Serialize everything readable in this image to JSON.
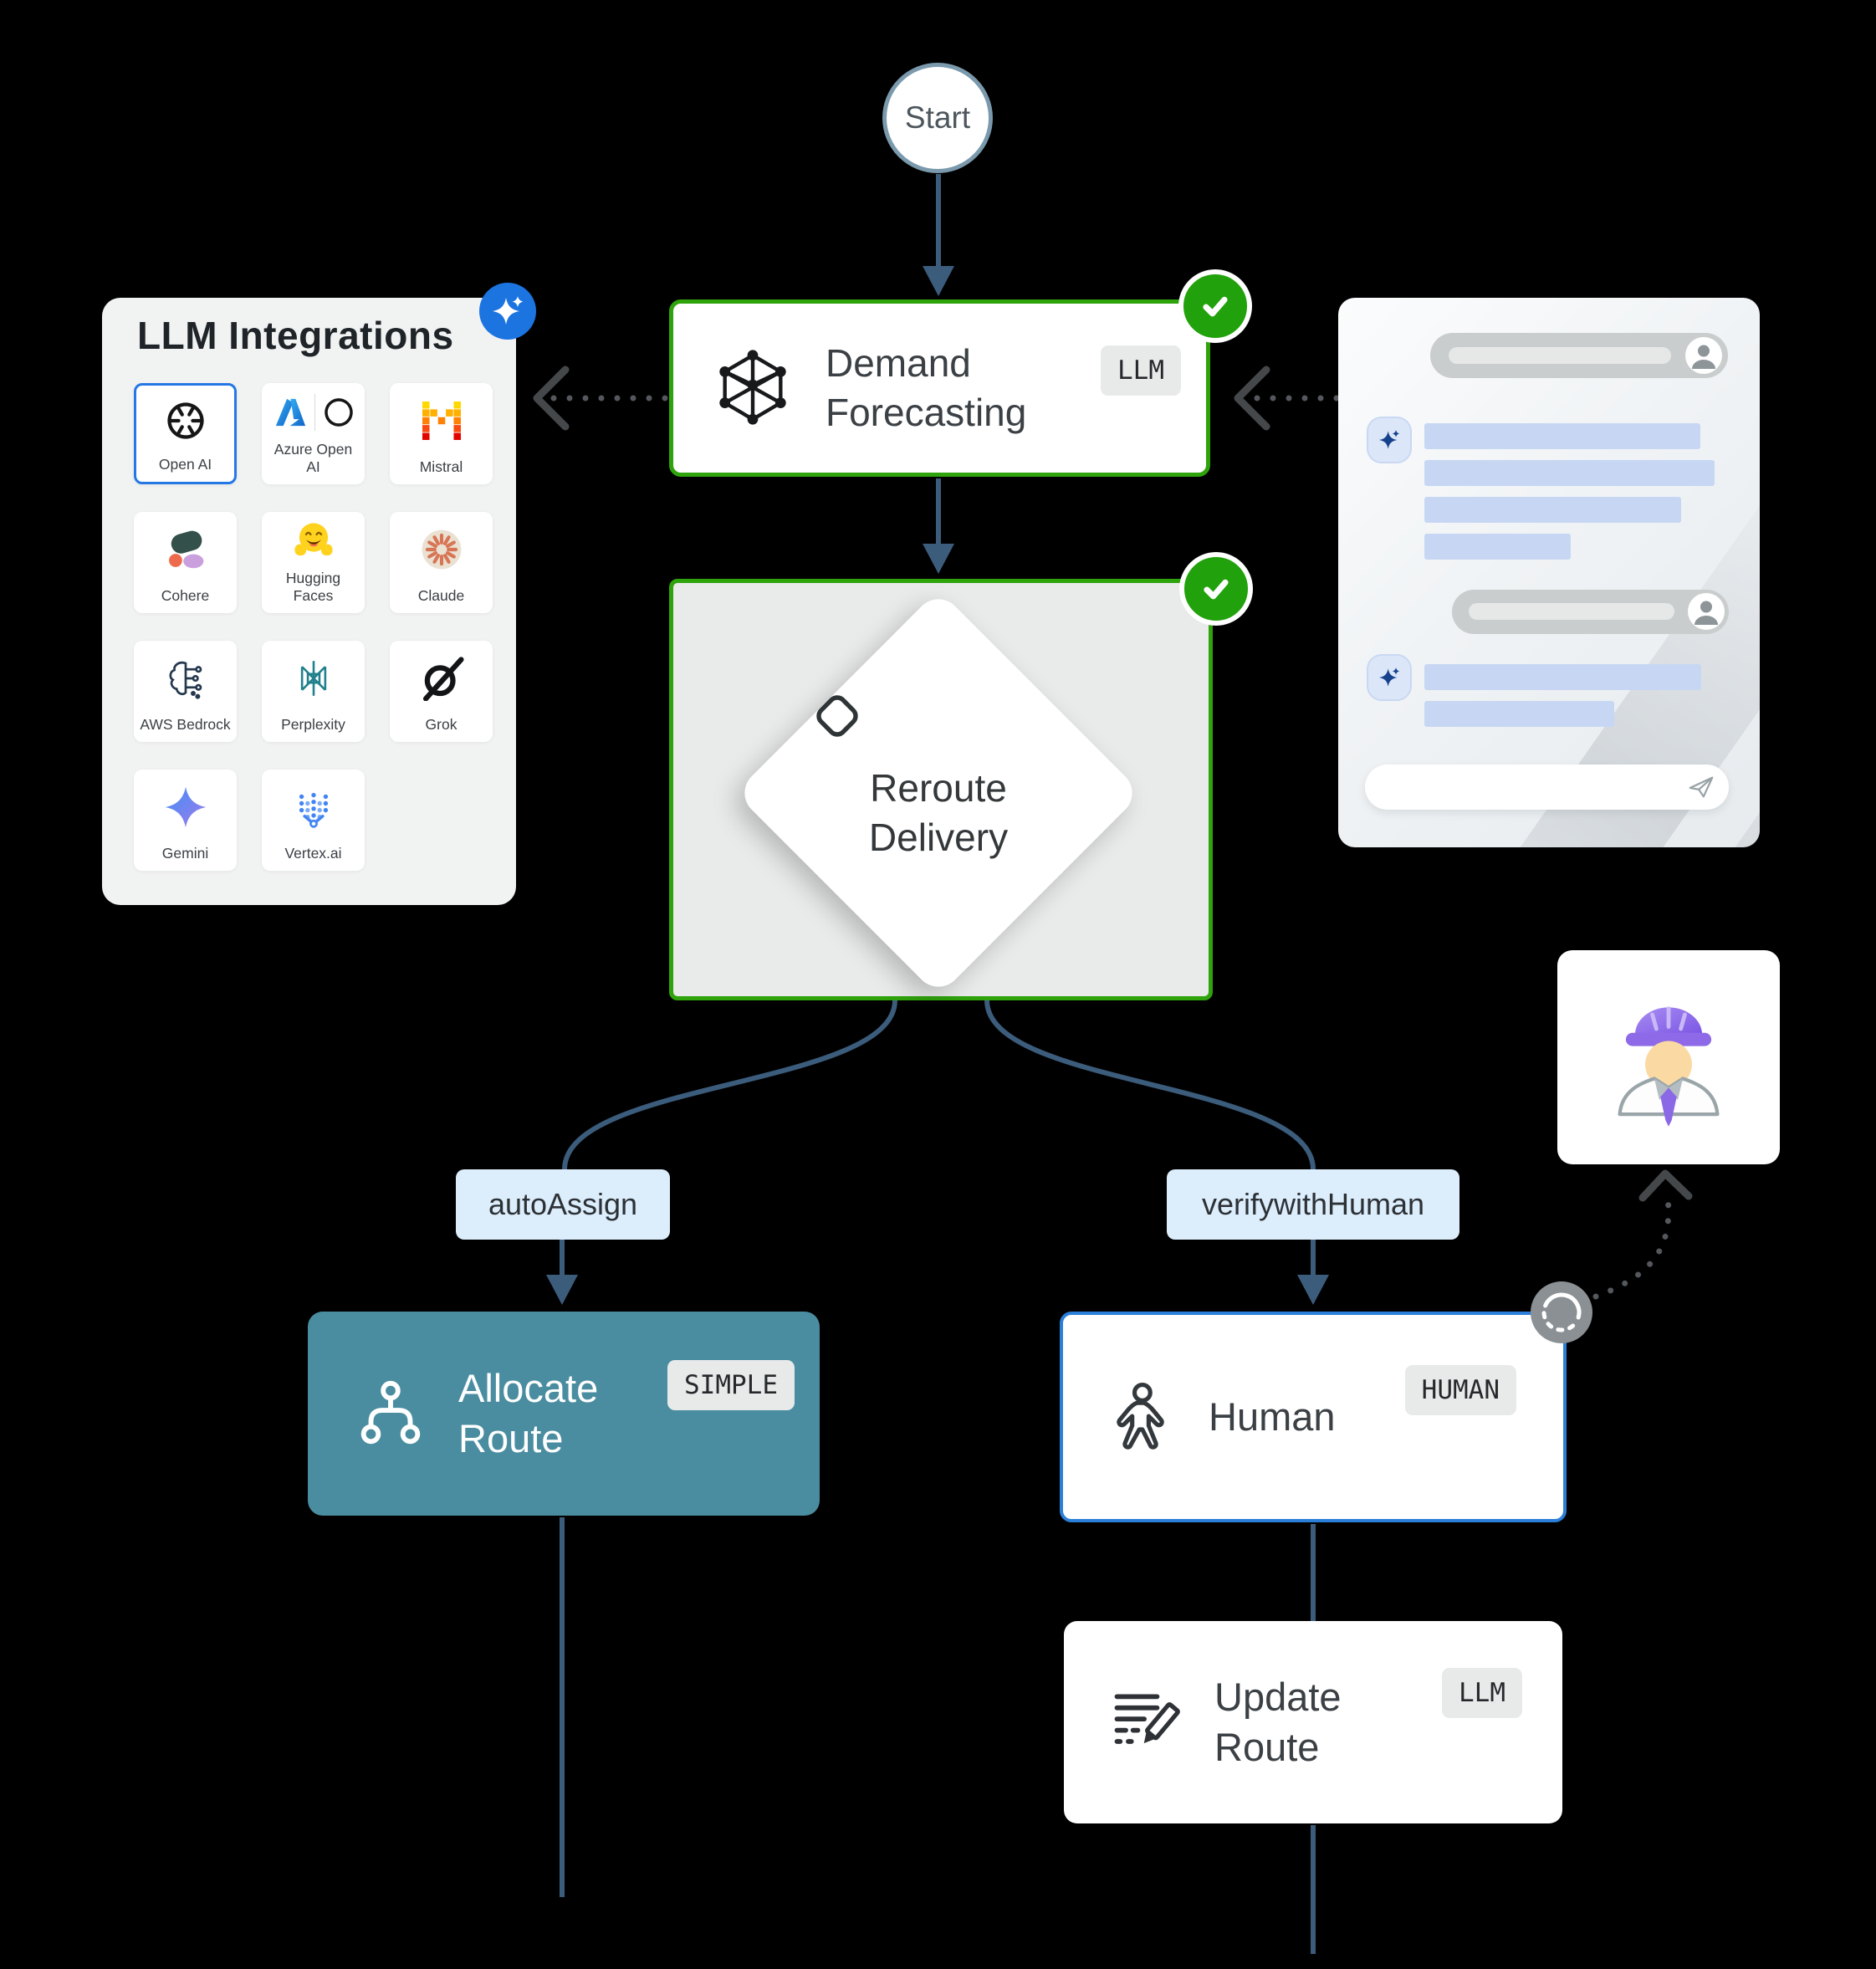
{
  "colors": {
    "green": "#2fa30c",
    "check_green": "#21a10b",
    "arrow": "#3c5c7c",
    "teal": "#4a8da0",
    "label_bg": "#dcedfc",
    "badge_bg": "#e8eaea",
    "human_border": "#2b7fd9",
    "sparkle_blue": "#1b74e0"
  },
  "flow": {
    "start_label": "Start",
    "nodes": {
      "demand": {
        "title": "Demand Forecasting",
        "badge": "LLM"
      },
      "reroute": {
        "title": "Reroute Delivery"
      },
      "allocate": {
        "title": "Allocate Route",
        "badge": "SIMPLE"
      },
      "human": {
        "title": "Human",
        "badge": "HUMAN"
      },
      "update": {
        "title": "Update Route",
        "badge": "LLM"
      }
    },
    "edges": {
      "auto_assign": "autoAssign",
      "verify_with_human": "verifywithHuman"
    }
  },
  "integrations": {
    "title": "LLM Integrations",
    "items": [
      {
        "name": "Open AI",
        "selected": true
      },
      {
        "name": "Azure Open AI",
        "selected": false
      },
      {
        "name": "Mistral",
        "selected": false
      },
      {
        "name": "Cohere",
        "selected": false
      },
      {
        "name": "Hugging Faces",
        "selected": false
      },
      {
        "name": "Claude",
        "selected": false
      },
      {
        "name": "AWS Bedrock",
        "selected": false
      },
      {
        "name": "Perplexity",
        "selected": false
      },
      {
        "name": "Grok",
        "selected": false
      },
      {
        "name": "Gemini",
        "selected": false
      },
      {
        "name": "Vertex.ai",
        "selected": false
      }
    ]
  },
  "icons": {
    "demand": "neural-network-icon",
    "reroute": "diamond-icon",
    "allocate": "hierarchy-icon",
    "human": "person-icon",
    "update": "edit-document-icon",
    "checks": "check-icon",
    "panel_badge": "sparkle-icon",
    "chat_ai": "sparkle-icon",
    "chat_user": "avatar",
    "chat_send": "paper-plane-icon",
    "spinner": "loading-spinner-icon",
    "worker": "engineer-icon"
  }
}
